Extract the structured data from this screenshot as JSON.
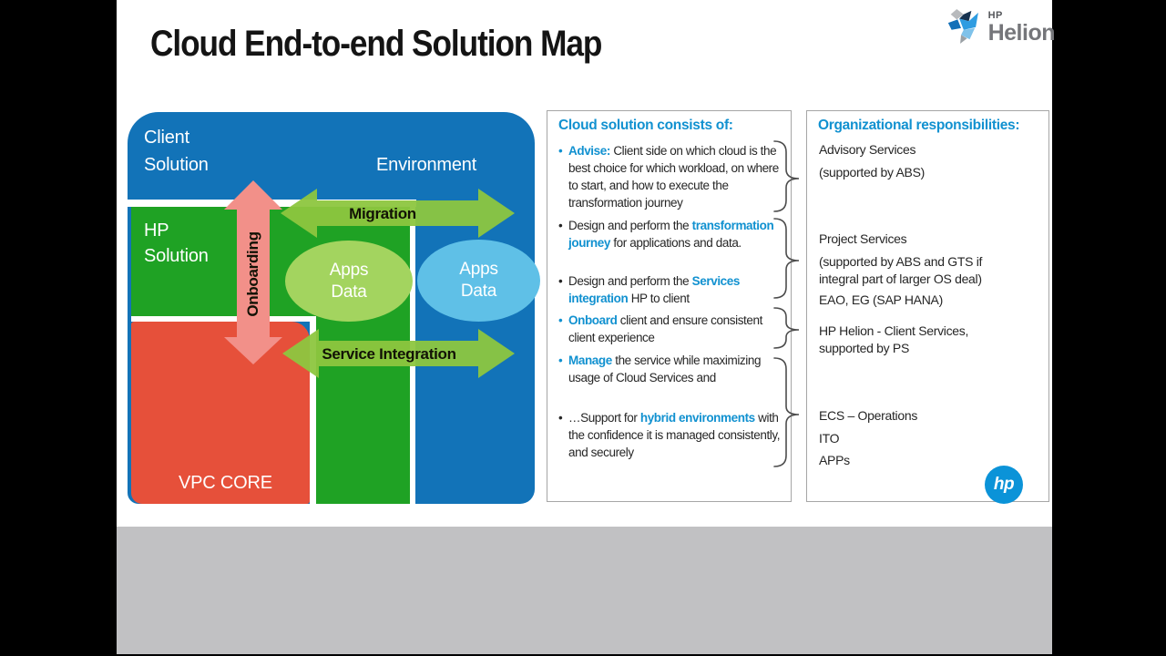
{
  "slide": {
    "title": "Cloud End-to-end Solution Map"
  },
  "logo": {
    "hp": "HP",
    "helion": "Helion"
  },
  "diagram": {
    "client_line1": "Client",
    "client_line2": "Solution",
    "environment": "Environment",
    "hp_line1": "HP",
    "hp_line2": "Solution",
    "vpc": "VPC CORE",
    "onboarding": "Onboarding",
    "migration": "Migration",
    "service_integration": "Service Integration",
    "apps": "Apps",
    "data": "Data"
  },
  "middle_panel": {
    "header": "Cloud solution consists of:",
    "bullets": [
      {
        "dot": "blue",
        "segments": [
          {
            "t": "Advise:",
            "b": true
          },
          {
            "t": " Client side on which cloud is the best choice for which workload, on where to start, and how to execute the transformation journey",
            "b": false
          }
        ]
      },
      {
        "dot": "black",
        "segments": [
          {
            "t": "Design and perform the ",
            "b": false
          },
          {
            "t": "transformation journey",
            "b": true
          },
          {
            "t": " for applications and data.",
            "b": false
          }
        ]
      },
      {
        "dot": "black",
        "segments": [
          {
            "t": "Design and perform the ",
            "b": false
          },
          {
            "t": "Services integration",
            "b": true
          },
          {
            "t": " HP to client",
            "b": false
          }
        ]
      },
      {
        "dot": "blue",
        "segments": [
          {
            "t": "Onboard",
            "b": true
          },
          {
            "t": " client and ensure consistent client experience",
            "b": false
          }
        ]
      },
      {
        "dot": "blue",
        "segments": [
          {
            "t": "Manage",
            "b": true
          },
          {
            "t": " the service while maximizing usage of Cloud Services and",
            "b": false
          }
        ]
      },
      {
        "dot": "black",
        "segments": [
          {
            "t": "…Support for ",
            "b": false
          },
          {
            "t": "hybrid environments",
            "b": true
          },
          {
            "t": " with the confidence it is managed consistently, and securely",
            "b": false
          }
        ]
      }
    ]
  },
  "right_panel": {
    "header": "Organizational responsibilities:",
    "items": [
      "Advisory Services",
      "(supported by ABS)",
      "Project Services",
      "(supported by ABS and GTS if integral part of larger OS deal)",
      "EAO, EG (SAP HANA)",
      "HP Helion - Client Services, supported by PS",
      "ECS – Operations",
      "ITO",
      "APPs"
    ],
    "hp_logo_text": "hp"
  },
  "colors": {
    "hp_blue": "#0b93d8",
    "panel_heading_blue": "#1191d0",
    "diagram_blue": "#1273b8",
    "diagram_green": "#1fa224",
    "diagram_orange": "#e6503a",
    "arrow_pink": "#f29089",
    "arrow_green": "#8dc63f",
    "ellipse_green": "#a3d45f",
    "ellipse_blue": "#5fc0e7",
    "helion_gray": "#75767a",
    "filmstrip_gray": "#c1c1c3"
  }
}
